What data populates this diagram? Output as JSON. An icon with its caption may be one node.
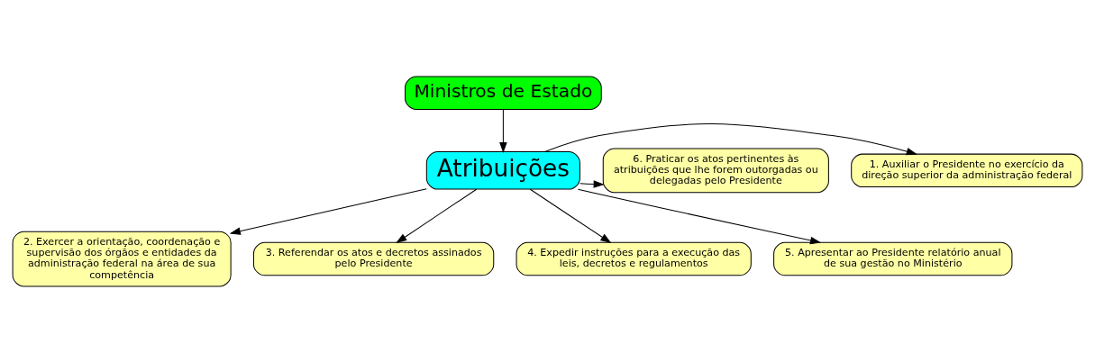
{
  "diagram": {
    "nodes": [
      {
        "text": [
          "Ministros de Estado"
        ]
      },
      {
        "text": [
          "Atribuições"
        ]
      },
      {
        "text": [
          "1. Auxiliar o Presidente no exercício da direção superior da administração federal"
        ]
      },
      {
        "text": [
          "2. Exercer a orientação, coordenação e supervisão dos órgãos e entidades da administração federal na área de sua competência"
        ]
      },
      {
        "text": [
          "3. Referendar os atos e decretos assinados pelo Presidente"
        ]
      },
      {
        "text": [
          "4. Expedir instruções para a execução das leis, decretos e regulamentos"
        ]
      },
      {
        "text": [
          "5. Apresentar ao Presidente relatório anual de sua gestão no Ministério"
        ]
      },
      {
        "text": [
          "6. Praticar os atos pertinentes às atribuições que lhe forem outorgadas ou delegadas pelo Presidente"
        ]
      }
    ],
    "edges": [
      {
        "from": 0,
        "to": 1,
        "arrow": "to"
      },
      {
        "from": 1,
        "to": 2,
        "arrow": "to"
      },
      {
        "from": 1,
        "to": 3,
        "arrow": "to"
      },
      {
        "from": 1,
        "to": 4,
        "arrow": "to"
      },
      {
        "from": 1,
        "to": 5,
        "arrow": "to"
      },
      {
        "from": 1,
        "to": 6,
        "arrow": "to"
      },
      {
        "from": 1,
        "to": 7,
        "arrow": "to"
      }
    ]
  }
}
